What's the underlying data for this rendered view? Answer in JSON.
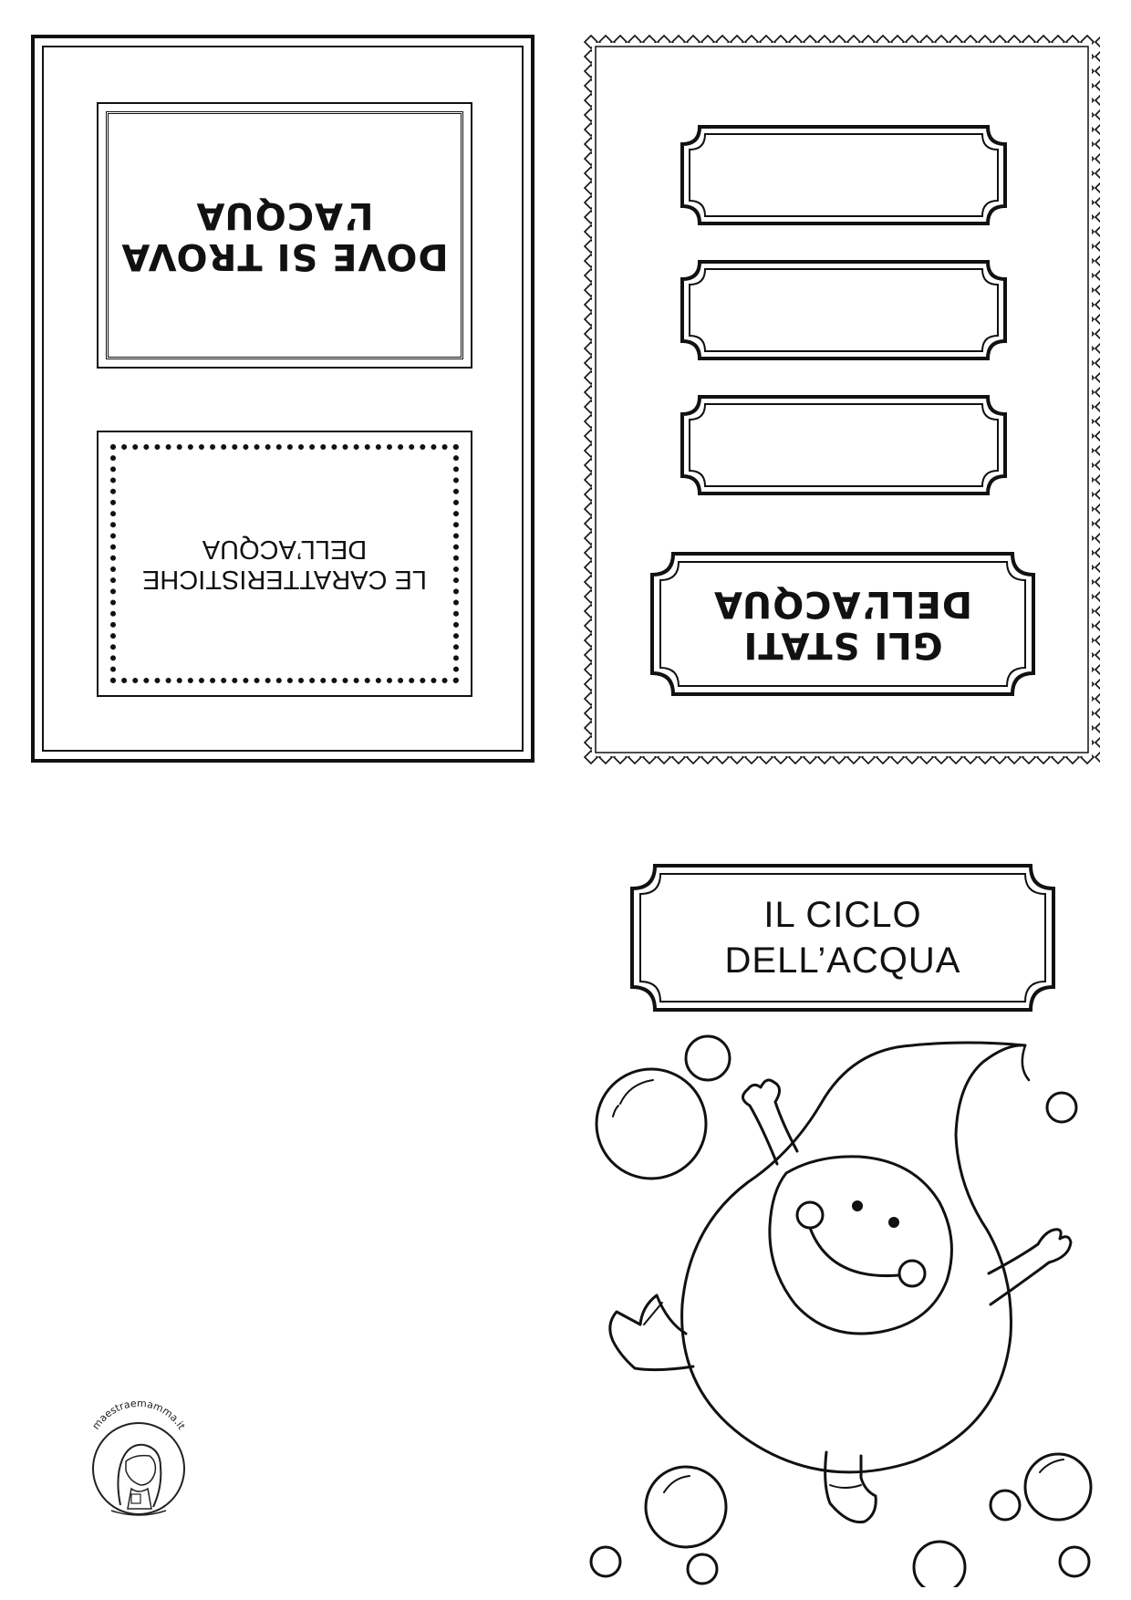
{
  "panels": {
    "left_top_label": [
      "DOVE SI TROVA",
      "L’ACQUA"
    ],
    "left_bottom_label": [
      "LE CARATTERISTICHE",
      "DELL’ACQUA"
    ],
    "right_label": [
      "GLI STATI",
      "DELL’ACQUA"
    ]
  },
  "cover": {
    "title": [
      "IL CICLO",
      "DELL’ACQUA"
    ]
  },
  "logo": {
    "text": "maestraemamma.it"
  },
  "colors": {
    "ink": "#111111",
    "paper": "#ffffff"
  }
}
